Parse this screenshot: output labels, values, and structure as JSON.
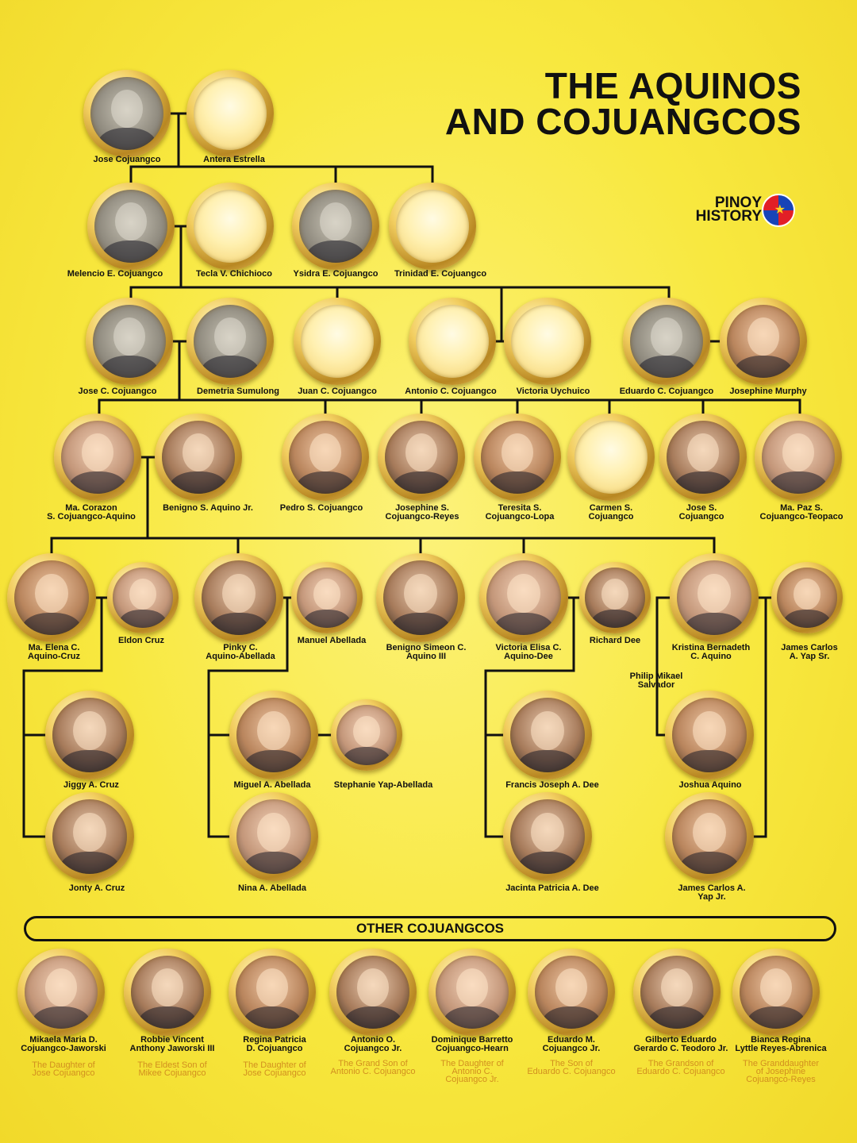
{
  "title": {
    "line1": "THE AQUINOS",
    "line2": "AND COJUANGCOS"
  },
  "brand": {
    "line1": "PINOY",
    "line2": "HISTORY",
    "logo_icon": "ph-flag-circle-icon"
  },
  "other_heading": "OTHER COJUANGCOS",
  "colors": {
    "background": "#f8e83f",
    "frame_gold": "#d4a437",
    "line": "#111111",
    "relation_text": "#d28f1f"
  },
  "people": [
    {
      "id": "jose-cojuangco",
      "name": "Jose Cojuangco",
      "photo": "bw"
    },
    {
      "id": "antera-estrella",
      "name": "Antera Estrella",
      "photo": "none"
    },
    {
      "id": "melencio-e-cojuangco",
      "name": "Melencio E. Cojuangco",
      "photo": "bw"
    },
    {
      "id": "tecla-v-chichioco",
      "name": "Tecla V. Chichioco",
      "photo": "none"
    },
    {
      "id": "ysidra-e-cojuangco",
      "name": "Ysidra E. Cojuangco",
      "photo": "bw"
    },
    {
      "id": "trinidad-e-cojuangco",
      "name": "Trinidad E. Cojuangco",
      "photo": "none"
    },
    {
      "id": "jose-c-cojuangco",
      "name": "Jose C. Cojuangco",
      "photo": "bw"
    },
    {
      "id": "demetria-sumulong",
      "name": "Demetria Sumulong",
      "photo": "bw"
    },
    {
      "id": "juan-c-cojuangco",
      "name": "Juan C. Cojuangco",
      "photo": "none"
    },
    {
      "id": "antonio-c-cojuangco",
      "name": "Antonio C. Cojuangco",
      "photo": "none"
    },
    {
      "id": "victoria-uychuico",
      "name": "Victoria Uychuico",
      "photo": "none"
    },
    {
      "id": "eduardo-c-cojuangco",
      "name": "Eduardo C. Cojuangco",
      "photo": "bw"
    },
    {
      "id": "josephine-murphy",
      "name": "Josephine Murphy",
      "photo": "c1"
    },
    {
      "id": "ma-corazon-aquino",
      "name": "Ma. Corazon\nS. Cojuangco-Aquino",
      "photo": "c3"
    },
    {
      "id": "benigno-s-aquino-jr",
      "name": "Benigno S. Aquino Jr.",
      "photo": "c2"
    },
    {
      "id": "pedro-s-cojuangco",
      "name": "Pedro S. Cojuangco",
      "photo": "c1"
    },
    {
      "id": "josephine-s-cojuangco-reyes",
      "name": "Josephine S.\nCojuangco-Reyes",
      "photo": "c2"
    },
    {
      "id": "teresita-s-cojuangco-lopa",
      "name": "Teresita S.\nCojuangco-Lopa",
      "photo": "c1"
    },
    {
      "id": "carmen-s-cojuangco",
      "name": "Carmen S.\nCojuangco",
      "photo": "none"
    },
    {
      "id": "jose-s-cojuangco",
      "name": "Jose S.\nCojuangco",
      "photo": "c2"
    },
    {
      "id": "ma-paz-s-cojuangco-teopaco",
      "name": "Ma. Paz S.\nCojuangco-Teopaco",
      "photo": "c3"
    },
    {
      "id": "ma-elena-c-aquino-cruz",
      "name": "Ma. Elena C.\nAquino-Cruz",
      "photo": "c1"
    },
    {
      "id": "eldon-cruz",
      "name": "Eldon Cruz",
      "photo": "c3"
    },
    {
      "id": "pinky-c-aquino-abellada",
      "name": "Pinky C.\nAquino-Abellada",
      "photo": "c2"
    },
    {
      "id": "manuel-abellada",
      "name": "Manuel Abellada",
      "photo": "c3"
    },
    {
      "id": "benigno-simeon-c-aquino-iii",
      "name": "Benigno Simeon C.\nAquino III",
      "photo": "c2"
    },
    {
      "id": "victoria-elisa-c-aquino-dee",
      "name": "Victoria Elisa C.\nAquino-Dee",
      "photo": "c3"
    },
    {
      "id": "richard-dee",
      "name": "Richard Dee",
      "photo": "c2"
    },
    {
      "id": "kristina-bernadeth-c-aquino",
      "name": "Kristina Bernadeth\nC. Aquino",
      "photo": "c3"
    },
    {
      "id": "james-carlos-a-yap-sr",
      "name": "James Carlos\nA. Yap Sr.",
      "photo": "c1"
    },
    {
      "id": "philip-mikael-salvador",
      "name": "Philip Mikael\nSalvador",
      "photo": "label"
    },
    {
      "id": "jiggy-a-cruz",
      "name": "Jiggy A. Cruz",
      "photo": "c2"
    },
    {
      "id": "miguel-a-abellada",
      "name": "Miguel A. Abellada",
      "photo": "c1"
    },
    {
      "id": "stephanie-yap-abellada",
      "name": "Stephanie Yap-Abellada",
      "photo": "c3"
    },
    {
      "id": "francis-joseph-a-dee",
      "name": "Francis Joseph A. Dee",
      "photo": "c2"
    },
    {
      "id": "joshua-aquino",
      "name": "Joshua Aquino",
      "photo": "c1"
    },
    {
      "id": "jonty-a-cruz",
      "name": "Jonty A. Cruz",
      "photo": "c2"
    },
    {
      "id": "nina-a-abellada",
      "name": "Nina A. Abellada",
      "photo": "c3"
    },
    {
      "id": "jacinta-patricia-a-dee",
      "name": "Jacinta Patricia A. Dee",
      "photo": "c2"
    },
    {
      "id": "james-carlos-a-yap-jr",
      "name": "James Carlos A.\nYap Jr.",
      "photo": "c1"
    }
  ],
  "others": [
    {
      "id": "mikaela-maria-d-cojuangco-jaworski",
      "name": "Mikaela Maria D.\nCojuangco-Jaworski",
      "relation": "The Daughter of\nJose Cojuangco",
      "photo": "c3"
    },
    {
      "id": "robbie-vincent-anthony-jaworski-iii",
      "name": "Robbie Vincent\nAnthony Jaworski III",
      "relation": "The Eldest Son of\nMikee Cojuangco",
      "photo": "c2"
    },
    {
      "id": "regina-patricia-d-cojuangco",
      "name": "Regina Patricia\nD. Cojuangco",
      "relation": "The Daughter of\nJose Cojuangco",
      "photo": "c1"
    },
    {
      "id": "antonio-o-cojuangco-jr",
      "name": "Antonio O.\nCojuangco Jr.",
      "relation": "The Grand Son of\nAntonio C. Cojuangco",
      "photo": "c2"
    },
    {
      "id": "dominique-barretto-cojuangco-hearn",
      "name": "Dominique Barretto\nCojuangco-Hearn",
      "relation": "The Daughter of\nAntonio C.\nCojuangco Jr.",
      "photo": "c3"
    },
    {
      "id": "eduardo-m-cojuangco-jr",
      "name": "Eduardo M.\nCojuangco Jr.",
      "relation": "The Son of\nEduardo C. Cojuangco",
      "photo": "c1"
    },
    {
      "id": "gilberto-eduardo-gerardo-c-teodoro-jr",
      "name": "Gilberto Eduardo\nGerardo C. Teodoro Jr.",
      "relation": "The Grandson of\nEduardo C. Cojuangco",
      "photo": "c2"
    },
    {
      "id": "bianca-regina-lyttle-reyes-abrenica",
      "name": "Bianca Regina\nLyttle Reyes-Abrenica",
      "relation": "The Granddaughter\nof Josephine\nCojuangco-Reyes",
      "photo": "c1"
    }
  ]
}
